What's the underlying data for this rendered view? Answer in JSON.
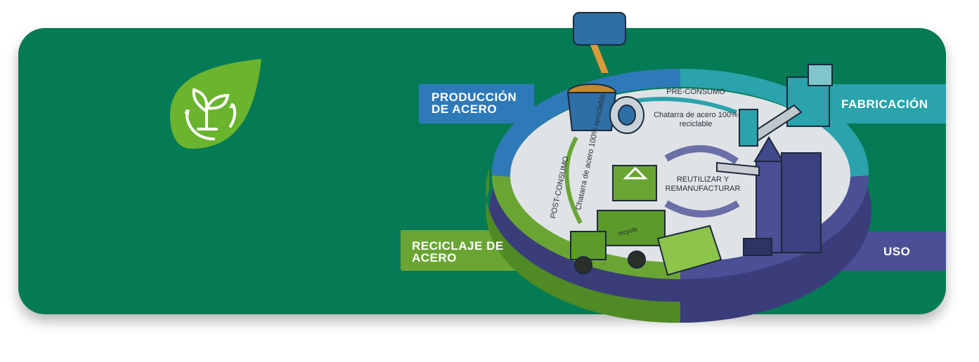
{
  "labels": {
    "production": "PRODUCCIÓN DE ACERO",
    "fabrication": "FABRICACIÓN",
    "use": "USO",
    "recycling": "RECICLAJE DE ACERO"
  },
  "cycle_text": {
    "pre_consumo": "PRE-CONSUMO",
    "scrap_pre": "Chatarra de acero 100% reciclable",
    "post_consumo": "POST-CONSUMO",
    "scrap_post": "Chatarra de acero 100% reciclable",
    "reuse": "REUTILIZAR Y REMANUFACTURAR",
    "truck_label": "recycle"
  },
  "icons": {
    "leaf": "recycling-leaf-icon",
    "ladle": "steel-ladle-icon",
    "factory": "factory-conveyor-icon",
    "building": "skyscraper-icon",
    "truck": "recycling-truck-icon"
  },
  "colors": {
    "panel": "#047a55",
    "production_band": "#2e7ab8",
    "fabrication_band": "#2aa3ad",
    "use_band": "#4a4f96",
    "recycling_band": "#6aa534",
    "leaf": "#6ab42e"
  }
}
